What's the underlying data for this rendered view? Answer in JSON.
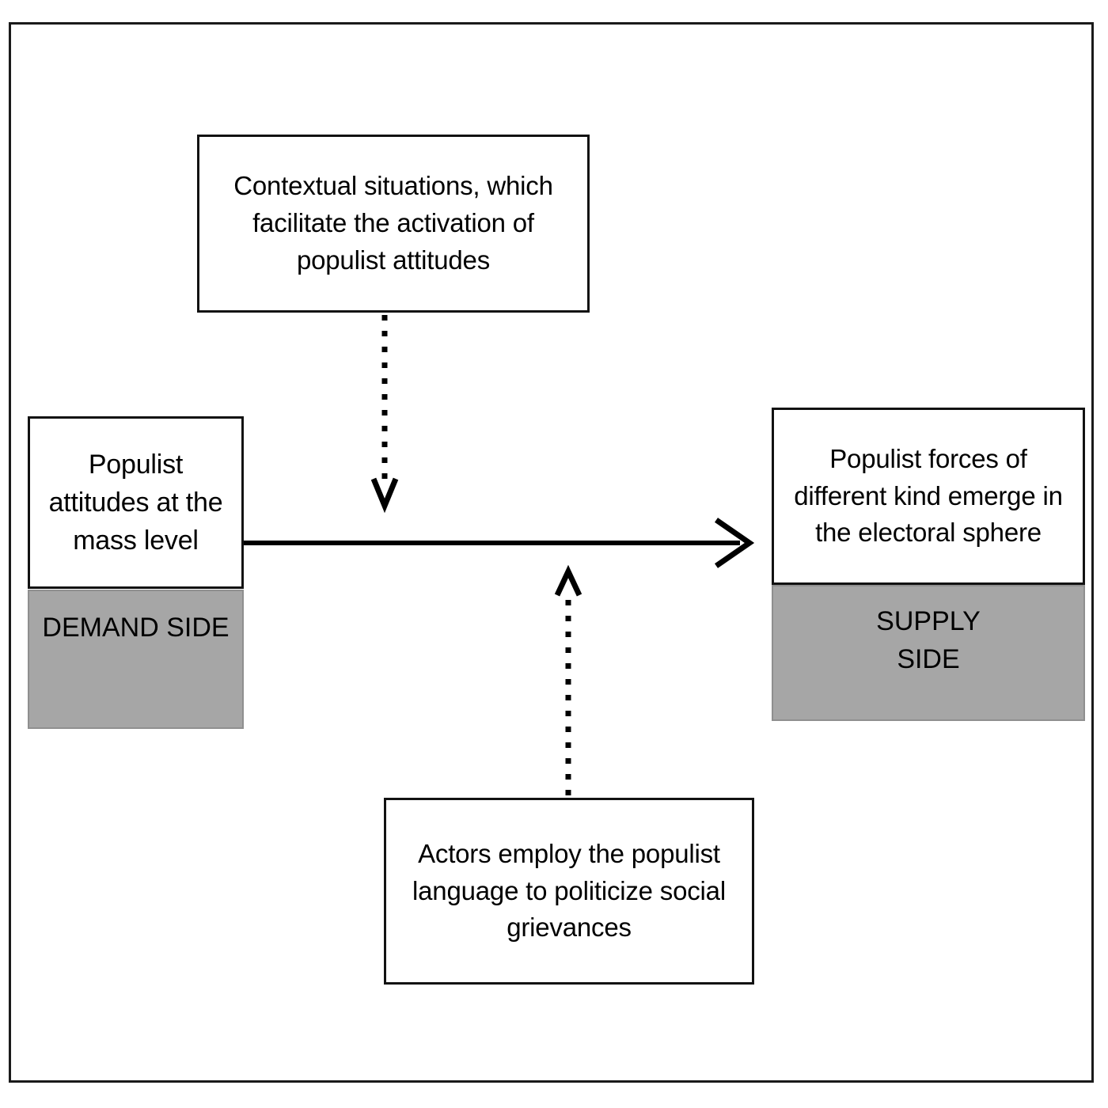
{
  "figure": {
    "type": "flow-diagram",
    "title": "",
    "frame": {
      "border_color": "#1a1a1a"
    },
    "colors": {
      "box_border": "#121212",
      "box_fill": "#ffffff",
      "band_fill": "#a6a6a6",
      "band_border": "#8f8f8f",
      "connector": "#000000",
      "text": "#000000"
    }
  },
  "nodes": {
    "contextual": {
      "label": "Contextual situations, which\nfacilitate the activation of\npopulist attitudes"
    },
    "demand": {
      "label": "Populist\nattitudes at the\nmass level",
      "band_label": "DEMAND SIDE"
    },
    "supply": {
      "label": "Populist forces of\ndifferent kind emerge in\nthe electoral sphere",
      "band_label": "SUPPLY\nSIDE"
    },
    "actors": {
      "label": "Actors employ the populist\nlanguage to politicize social\ngrievances"
    }
  },
  "connectors": [
    {
      "name": "demand-to-supply",
      "style": "solid",
      "direction": "right",
      "from": "demand",
      "to": "supply"
    },
    {
      "name": "contextual-to-main-flow",
      "style": "dotted",
      "direction": "down",
      "from": "contextual",
      "to": "demand-to-supply"
    },
    {
      "name": "actors-to-main-flow",
      "style": "dotted",
      "direction": "up",
      "from": "actors",
      "to": "demand-to-supply"
    }
  ]
}
